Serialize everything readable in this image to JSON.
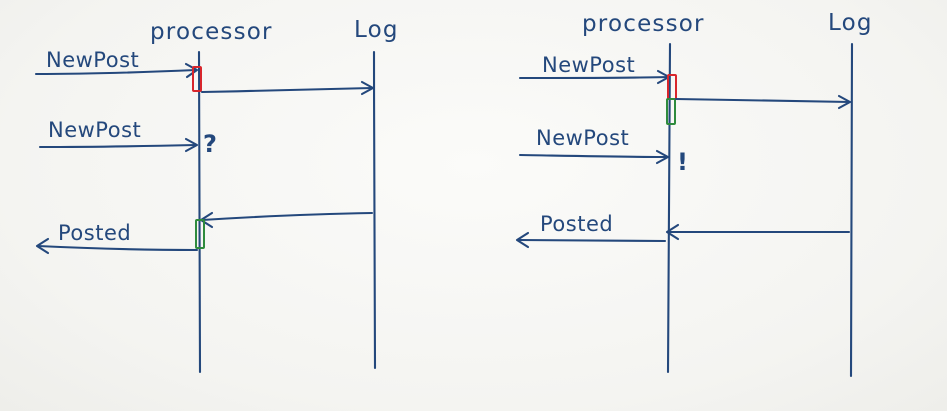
{
  "diagrams": [
    {
      "participants": {
        "processor": "processor",
        "log": "Log"
      },
      "messages": {
        "first_new_post": "NewPost",
        "second_new_post": "NewPost",
        "posted": "Posted"
      },
      "mark": "?"
    },
    {
      "participants": {
        "processor": "processor",
        "log": "Log"
      },
      "messages": {
        "first_new_post": "NewPost",
        "second_new_post": "NewPost",
        "posted": "Posted"
      },
      "mark": "!"
    }
  ],
  "colors": {
    "ink": "#24487c",
    "busy_box": "#d8262c",
    "ready_box": "#2e8b3d",
    "board": "#f7f7f5"
  }
}
